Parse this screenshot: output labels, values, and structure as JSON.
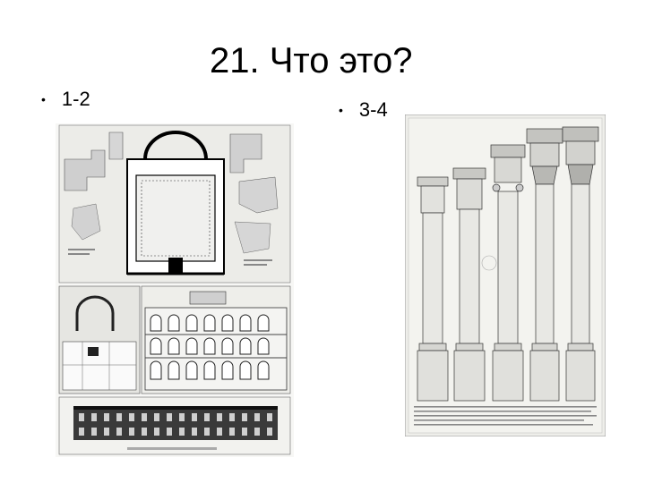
{
  "slide": {
    "title": "21. Что это?",
    "bullets": [
      {
        "label": "1-2"
      },
      {
        "label": "3-4"
      }
    ]
  },
  "figures": {
    "left": {
      "type": "architectural-plans-engraving"
    },
    "right": {
      "type": "five-classical-orders-columns-engraving"
    }
  }
}
